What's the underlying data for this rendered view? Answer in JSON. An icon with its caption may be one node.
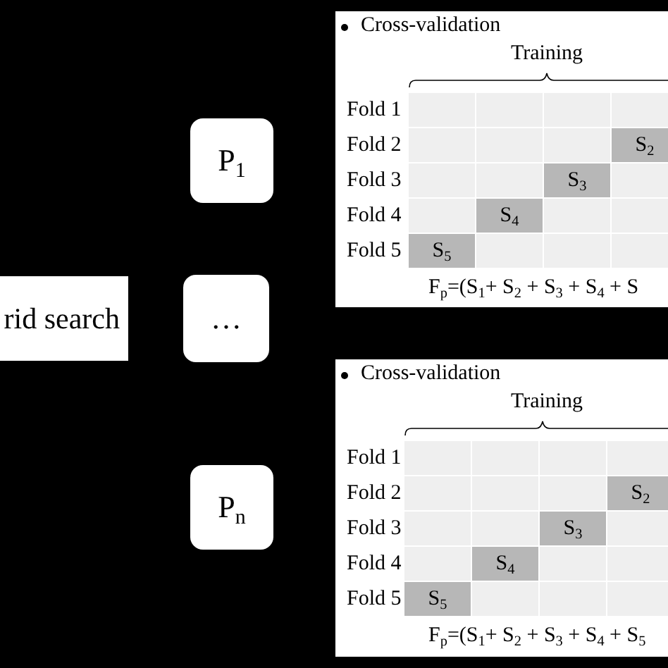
{
  "diagram": {
    "nodes": [
      {
        "text": [
          "rid search"
        ]
      },
      {
        "text": [
          "P$_{1}$"
        ]
      },
      {
        "text": [
          "…"
        ]
      },
      {
        "text": [
          "P$_{n}$"
        ]
      },
      {
        "text": [
          "Cross-validation",
          "Training",
          "Fold 1",
          "Fold 2",
          "Fold 3",
          "Fold 4",
          "Fold 5",
          "F$_{p}$=(S$_{1}$+ S$_{2}$ + S$_{3}$ + S$_{4}$ + S"
        ]
      },
      {
        "text": [
          "S$_{2}$"
        ],
        "in": 4
      },
      {
        "text": [
          "S$_{3}$"
        ],
        "in": 4
      },
      {
        "text": [
          "S$_{4}$"
        ],
        "in": 4
      },
      {
        "text": [
          "S$_{5}$"
        ],
        "in": 4
      },
      {
        "text": [
          "Cross-validation",
          "Training",
          "Fold 1",
          "Fold 2",
          "Fold 3",
          "Fold 4",
          "Fold 5",
          "F$_{p}$=(S$_{1}$+ S$_{2}$ + S$_{3}$ + S$_{4}$ + S$_{5}$"
        ]
      },
      {
        "text": [
          "S$_{2}$"
        ],
        "in": 9
      },
      {
        "text": [
          "S$_{3}$"
        ],
        "in": 9
      },
      {
        "text": [
          "S$_{4}$"
        ],
        "in": 9
      },
      {
        "text": [
          "S$_{5}$"
        ],
        "in": 9
      }
    ]
  }
}
